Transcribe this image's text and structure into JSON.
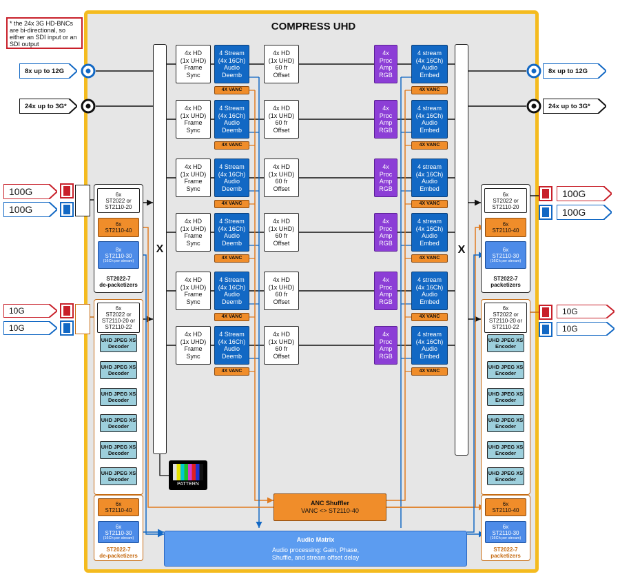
{
  "title": "COMPRESS UHD",
  "note": "* the 24x 3G HD-BNCs are bi-directional, so either an SDI input or an SDI output",
  "io": {
    "in_12g": "8x up to 12G",
    "in_3g": "24x up to 3G*",
    "out_12g": "8x up to 12G",
    "out_3g": "24x up to 3G*",
    "in_100g_a": "100G",
    "in_100g_b": "100G",
    "out_100g_a": "100G",
    "out_100g_b": "100G",
    "in_10g_a": "10G",
    "in_10g_b": "10G",
    "out_10g_a": "10G",
    "out_10g_b": "10G"
  },
  "crosspoint_label": "X",
  "channels": [
    {
      "fs": "4x HD\n(1x UHD)\nFrame\nSync",
      "deemb": "4 Stream\n(4x 16Ch)\nAudio\nDeemb",
      "vanc_in": "4X VANC",
      "offset": "4x HD\n(1x UHD)\n60 fr\nOffset",
      "proc": "4x\nProc\nAmp\nRGB",
      "embed": "4 stream\n(4x 16Ch)\nAudio\nEmbed",
      "vanc_out": "4X VANC"
    },
    {
      "fs": "4x HD\n(1x UHD)\nFrame\nSync",
      "deemb": "4 Stream\n(4x 16Ch)\nAudio\nDeemb",
      "vanc_in": "4X VANC",
      "offset": "4x HD\n(1x UHD)\n60 fr\nOffset",
      "proc": "4x\nProc\nAmp\nRGB",
      "embed": "4 stream\n(4x 16Ch)\nAudio\nEmbed",
      "vanc_out": "4X VANC"
    },
    {
      "fs": "4x HD\n(1x UHD)\nFrame\nSync",
      "deemb": "4 Stream\n(4x 16Ch)\nAudio\nDeemb",
      "vanc_in": "4X VANC",
      "offset": "4x HD\n(1x UHD)\n60 fr\nOffset",
      "proc": "4x\nProc\nAmp\nRGB",
      "embed": "4 stream\n(4x 16Ch)\nAudio\nEmbed",
      "vanc_out": "4X VANC"
    },
    {
      "fs": "4x HD\n(1x UHD)\nFrame\nSync",
      "deemb": "4 Stream\n(4x 16Ch)\nAudio\nDeemb",
      "vanc_in": "4X VANC",
      "offset": "4x HD\n(1x UHD)\n60 fr\nOffset",
      "proc": "4x\nProc\nAmp\nRGB",
      "embed": "4 stream\n(4x 16Ch)\nAudio\nEmbed",
      "vanc_out": "4X VANC"
    },
    {
      "fs": "4x HD\n(1x UHD)\nFrame\nSync",
      "deemb": "4 Stream\n(4x 16Ch)\nAudio\nDeemb",
      "vanc_in": "4X VANC",
      "offset": "4x HD\n(1x UHD)\n60 fr\nOffset",
      "proc": "4x\nProc\nAmp\nRGB",
      "embed": "4 stream\n(4x 16Ch)\nAudio\nEmbed",
      "vanc_out": "4X VANC"
    },
    {
      "fs": "4x HD\n(1x UHD)\nFrame\nSync",
      "deemb": "4 Stream\n(4x 16Ch)\nAudio\nDeemb",
      "vanc_in": "4X VANC",
      "offset": "4x HD\n(1x UHD)\n60 fr\nOffset",
      "proc": "4x\nProc\nAmp\nRGB",
      "embed": "4 stream\n(4x 16Ch)\nAudio\nEmbed",
      "vanc_out": "4X VANC"
    }
  ],
  "left": {
    "st2110_20": "6x\nST2022 or\nST2110-20",
    "st2110_40": "6x\nST2110-40",
    "st2110_30": "8x\nST2110-30",
    "st2110_30_sub": "(16Ch per stream)",
    "group_label": "ST2022-7\nde-packetizers",
    "jxs_st2110": "6x\nST2022 or\nST2110-20 or\nST2110-22",
    "jxs_decoder": "UHD JPEG XS\nDecoder",
    "st2110_40_b": "6x\nST2110-40",
    "st2110_30_b": "6x\nST2110-30",
    "st2110_30_b_sub": "(16Ch per stream)",
    "group_label_b": "ST2022-7\nde-packetizers"
  },
  "right": {
    "st2110_20": "6x\nST2022 or\nST2110-20",
    "st2110_40": "6x\nST2110-40",
    "st2110_30": "6x\nST2110-30",
    "st2110_30_sub": "(16Ch per stream)",
    "group_label": "ST2022-7\npacketizers",
    "jxs_st2110": "6x\nST2022 or\nST2110-20 or\nST2110-22",
    "jxs_encoder": "UHD JPEG XS\nEncoder",
    "st2110_40_b": "6x\nST2110-40",
    "st2110_30_b": "6x\nST2110-30",
    "st2110_30_b_sub": "(16Ch per stream)",
    "group_label_b": "ST2022-7\npacketizers"
  },
  "pattern_label": "PATTERN",
  "anc": {
    "title": "ANC Shuffler",
    "sub": "VANC <> ST2110-40"
  },
  "audio_matrix": {
    "title": "Audio Matrix",
    "sub": "Audio processing: Gain, Phase,\nShuffle, and stream offset delay"
  },
  "colors": {
    "frame": "#f4bb1f",
    "blue": "#1268c4",
    "purple": "#8c3ed6",
    "orange": "#f08d2a",
    "teal": "#9dcfdc",
    "red": "#c8202a",
    "light_blue": "#4d8be8"
  }
}
